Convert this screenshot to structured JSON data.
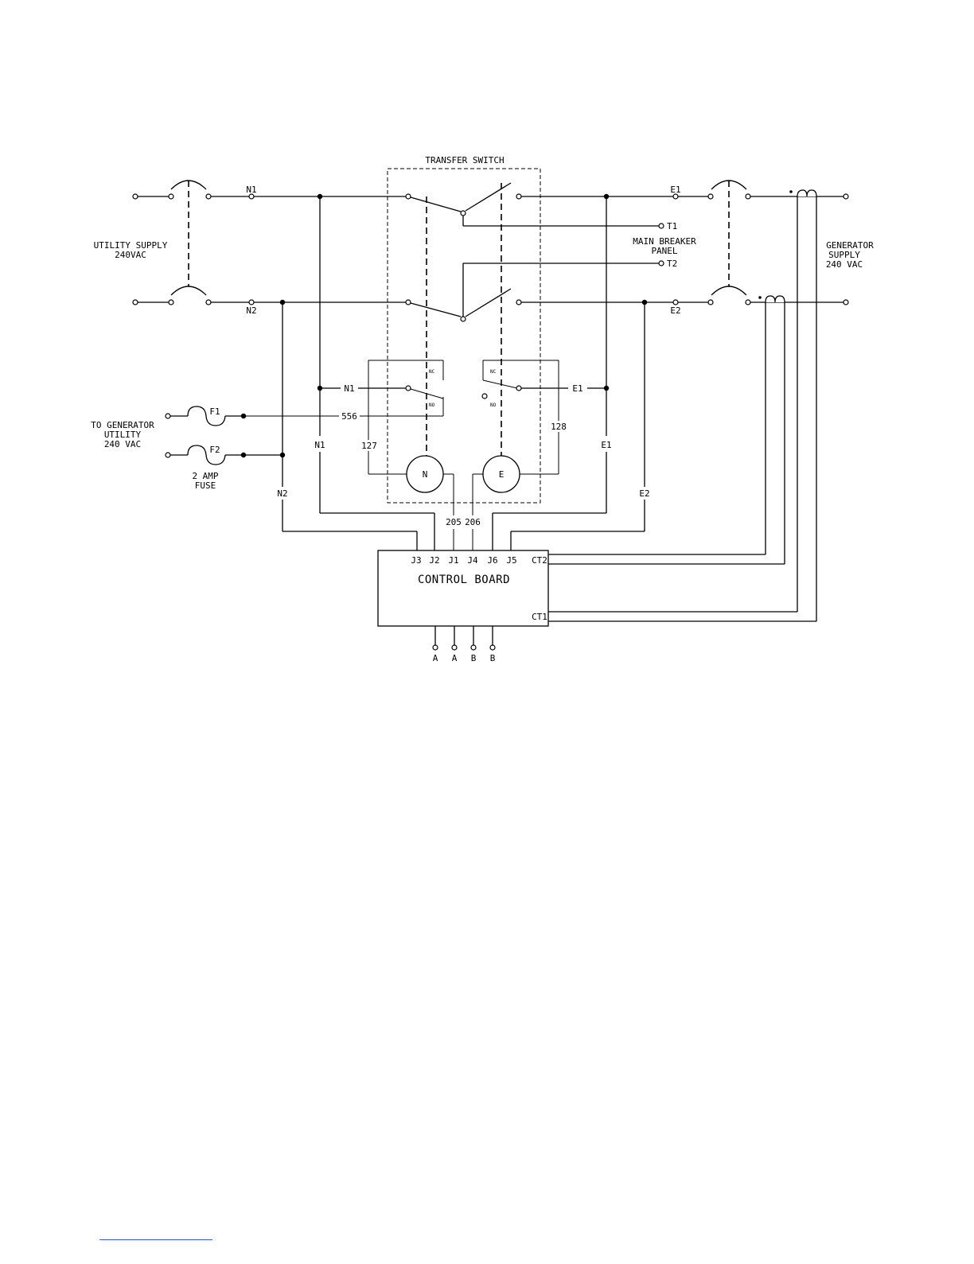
{
  "labels": {
    "transfer_switch": "TRANSFER SWITCH",
    "utility_supply": "UTILITY SUPPLY",
    "utility_voltage": "240VAC",
    "main_breaker": "MAIN BREAKER",
    "panel": "PANEL",
    "generator_supply_1": "GENERATOR",
    "generator_supply_2": "SUPPLY",
    "generator_voltage": "240 VAC",
    "to_generator": "TO GENERATOR",
    "utility": "UTILITY",
    "to_gen_voltage": "240 VAC",
    "fuse_rating": "2 AMP",
    "fuse": "FUSE",
    "control_board": "CONTROL BOARD"
  },
  "wires": {
    "n1": "N1",
    "n2": "N2",
    "e1": "E1",
    "e2": "E2",
    "t1": "T1",
    "t2": "T2",
    "w556": "556",
    "w127": "127",
    "w128": "128",
    "w205": "205",
    "w206": "206"
  },
  "fuses": {
    "f1": "F1",
    "f2": "F2"
  },
  "relay": {
    "nc": "NC",
    "no": "NO"
  },
  "coils": {
    "n": "N",
    "e": "E"
  },
  "board_pins": {
    "j3": "J3",
    "j2": "J2",
    "j1": "J1",
    "j4": "J4",
    "j6": "J6",
    "j5": "J5",
    "ct2": "CT2",
    "ct1": "CT1"
  },
  "bottom_terminals": [
    "A",
    "A",
    "B",
    "B"
  ]
}
